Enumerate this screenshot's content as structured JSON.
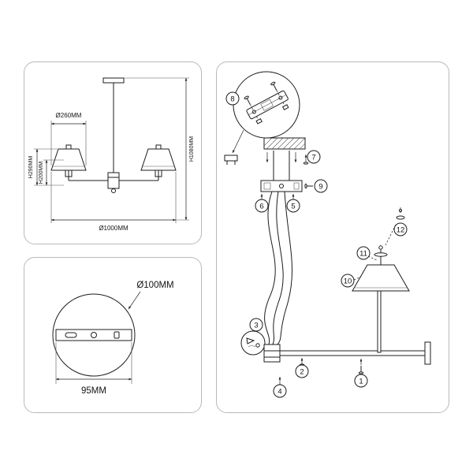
{
  "sheet": {
    "background": "#ffffff",
    "line_color": "#1c1c1c",
    "panel_border_color": "#b6babe"
  },
  "dimensions_panel": {
    "shade_diameter": "Ø260MM",
    "shade_height": "H290MM",
    "stem_height": "H200MM",
    "total_height": "H1080MM",
    "total_width": "Ø1000MM"
  },
  "canopy_panel": {
    "diameter": "Ø100MM",
    "mount_spacing": "95MM"
  },
  "assembly_panel": {
    "callouts": [
      "1",
      "2",
      "3",
      "4",
      "5",
      "6",
      "7",
      "8",
      "9",
      "10",
      "11",
      "12"
    ]
  }
}
